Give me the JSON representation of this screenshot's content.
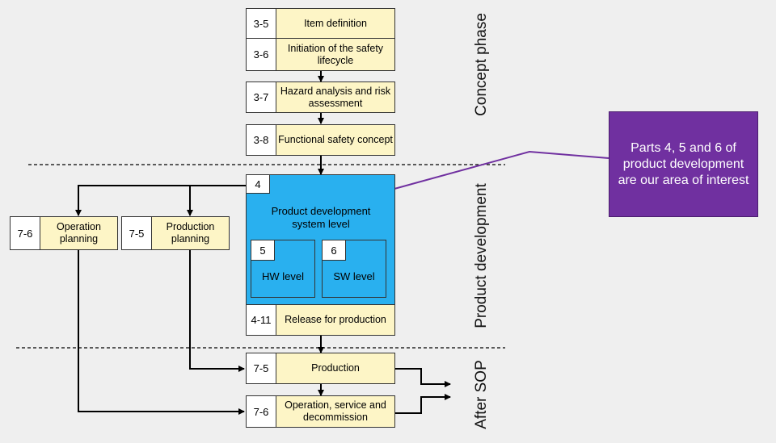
{
  "phases": {
    "concept": "Concept phase",
    "product_development": "Product development",
    "after_sop": "After SOP"
  },
  "boxes": {
    "item_definition": {
      "num": "3-5",
      "label": "Item definition"
    },
    "initiation": {
      "num": "3-6",
      "label": "Initiation of the safety lifecycle"
    },
    "hazard_analysis": {
      "num": "3-7",
      "label": "Hazard analysis and risk assessment"
    },
    "functional_safety": {
      "num": "3-8",
      "label": "Functional safety concept"
    },
    "operation_planning": {
      "num": "7-6",
      "label": "Operation planning"
    },
    "production_planning": {
      "num": "7-5",
      "label": "Production planning"
    },
    "release": {
      "num": "4-11",
      "label": "Release for production"
    },
    "production": {
      "num": "7-5",
      "label": "Production"
    },
    "operation_service": {
      "num": "7-6",
      "label": "Operation, service and decommission"
    }
  },
  "product_dev": {
    "num": "4",
    "label": "Product development system level",
    "hw": {
      "num": "5",
      "label": "HW level"
    },
    "sw": {
      "num": "6",
      "label": "SW level"
    }
  },
  "callout": {
    "text": "Parts 4, 5 and 6 of product development are our area of interest"
  },
  "colors": {
    "box_fill": "#fdf5c6",
    "blue": "#29b0ef",
    "callout": "#7030a0",
    "background": "#efefef"
  }
}
